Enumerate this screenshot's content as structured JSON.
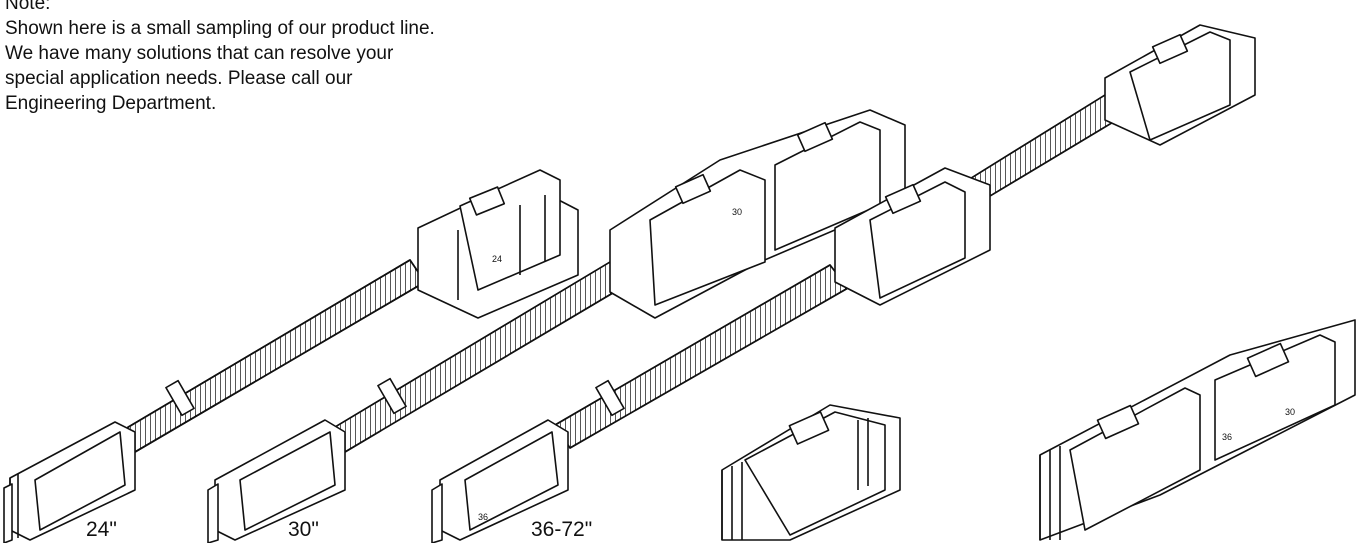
{
  "note": {
    "heading": "Note:",
    "lines": [
      "Shown here is a small sampling of our product line.",
      "We have many solutions that can resolve your",
      "special application needs.  Please call our",
      "Engineering Department."
    ]
  },
  "assemblies": [
    {
      "length_label": "24\"",
      "connector_tag": "24"
    },
    {
      "length_label": "30\"",
      "connector_tag": "30"
    },
    {
      "length_label": "36-72\"",
      "connector_tag": "36"
    }
  ],
  "adapters": [
    {
      "kind": "single"
    },
    {
      "kind": "double",
      "tags": [
        "36",
        "30"
      ]
    }
  ]
}
